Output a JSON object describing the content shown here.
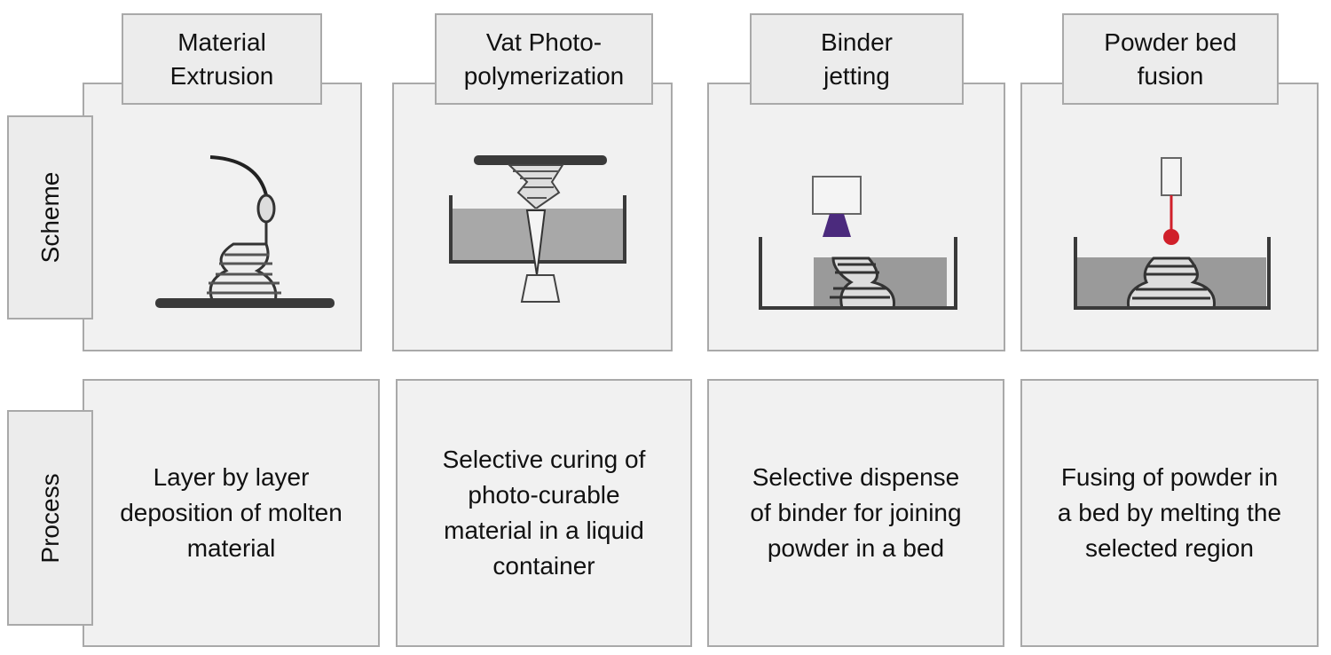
{
  "rows": {
    "scheme": "Scheme",
    "process": "Process"
  },
  "columns": [
    {
      "title": "Material\nExtrusion",
      "process": "Layer by layer\ndeposition of molten\nmaterial"
    },
    {
      "title": "Vat Photo-\npolymerization",
      "process": "Selective curing of\nphoto-curable\nmaterial in a liquid\ncontainer"
    },
    {
      "title": "Binder\njetting",
      "process": "Selective dispense\nof binder for joining\npowder in a bed"
    },
    {
      "title": "Powder bed\nfusion",
      "process": "Fusing of powder in\na bed by melting the\nselected region"
    }
  ],
  "colors": {
    "binder": "#4b2a7d",
    "laser": "#d0202a",
    "liquid": "#a8a8a8",
    "dark": "#3a3a3a"
  }
}
